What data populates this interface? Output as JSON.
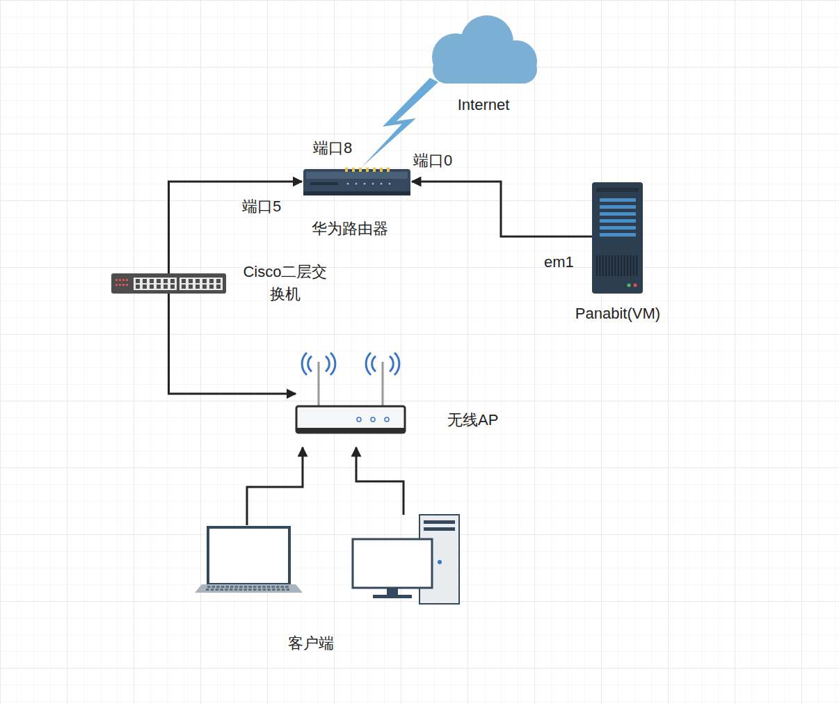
{
  "diagram": {
    "nodes": [
      {
        "text": [
          "Internet"
        ]
      },
      {
        "text": [
          "华为路由器"
        ]
      },
      {
        "text": [
          "Cisco二层交换机"
        ]
      },
      {
        "text": [
          "Panabit(VM)"
        ]
      },
      {
        "text": [
          "无线AP"
        ]
      },
      {
        "text": [
          "客户端"
        ]
      }
    ],
    "edges": [
      {
        "from": 0,
        "to": 1,
        "arrow": "none"
      },
      {
        "from": 2,
        "to": 1,
        "arrow": "to"
      },
      {
        "from": 3,
        "to": 1,
        "arrow": "to"
      },
      {
        "from": 2,
        "to": 4,
        "arrow": "to"
      },
      {
        "from": 5,
        "to": 4,
        "arrow": "to"
      },
      {
        "from": 5,
        "to": 4,
        "arrow": "to"
      }
    ],
    "labels": [
      "端口8",
      "端口0",
      "端口5",
      "em1"
    ]
  }
}
